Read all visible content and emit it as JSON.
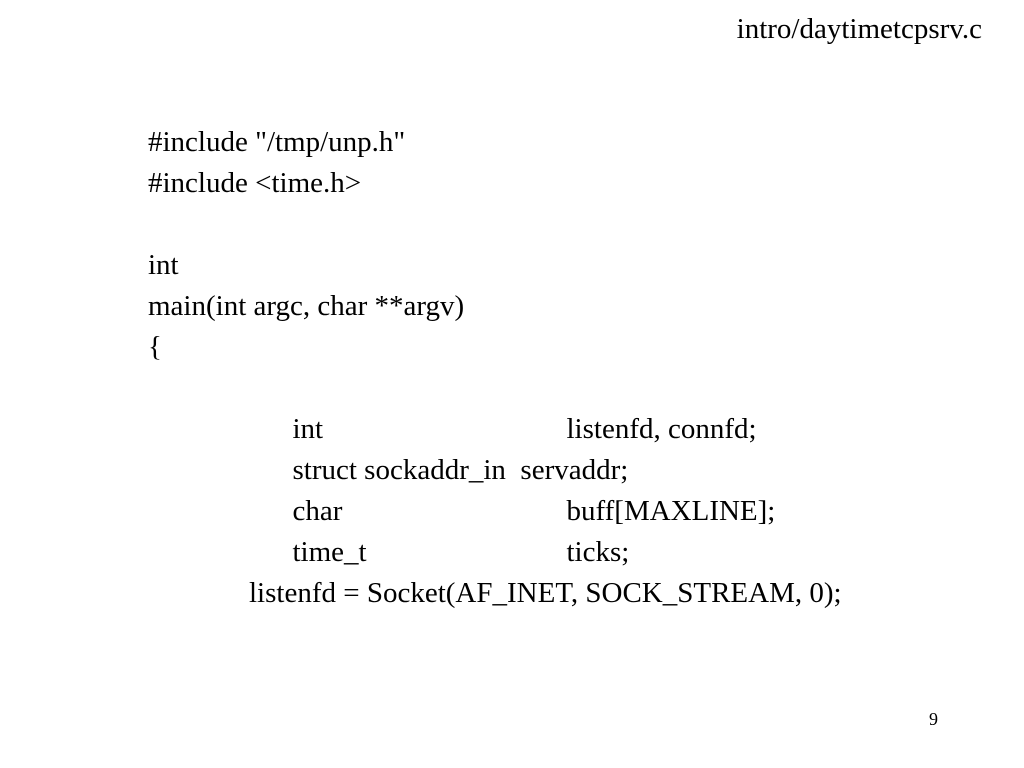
{
  "slide": {
    "file_title": "intro/daytimetcpsrv.c",
    "page_number": "9",
    "code": {
      "include_unp": "#include \"/tmp/unp.h\"",
      "include_time": "#include <time.h>",
      "return_type": "int",
      "main_signature": "main(int argc, char **argv)",
      "open_brace": "{",
      "declarations": [
        {
          "type": "int",
          "names": "listenfd, connfd;"
        },
        {
          "type": "struct sockaddr_in",
          "names": "servaddr;"
        },
        {
          "type": "char",
          "names": "buff[MAXLINE];"
        },
        {
          "type": "time_t",
          "names": "ticks;"
        }
      ],
      "socket_call": "listenfd = Socket(AF_INET, SOCK_STREAM, 0);"
    }
  }
}
